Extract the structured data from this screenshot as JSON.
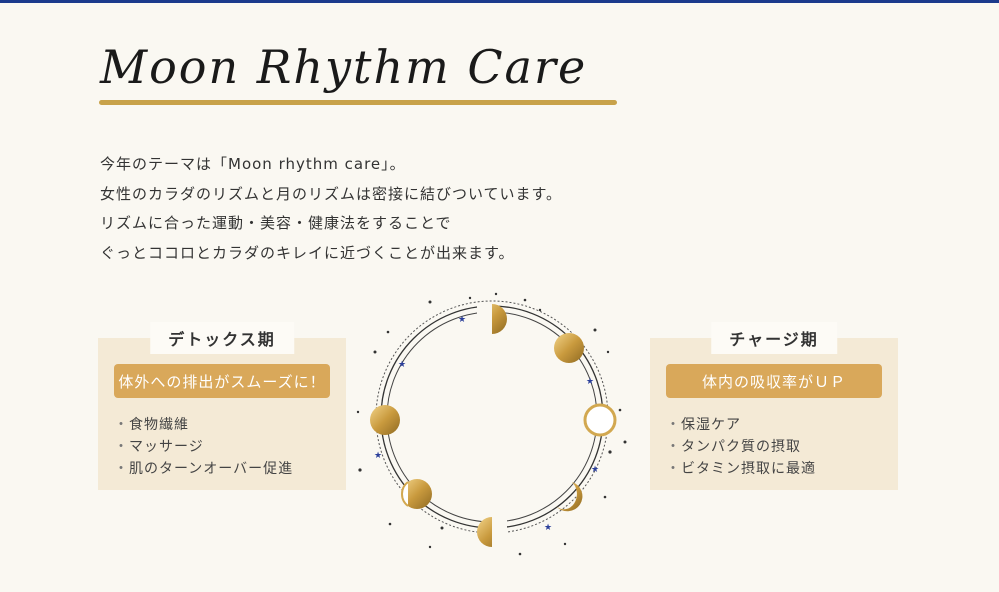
{
  "header": {
    "title": "Moon Rhythm Care"
  },
  "intro": {
    "lines": [
      "今年のテーマは「Moon rhythm care」。",
      "女性のカラダのリズムと月のリズムは密接に結びついています。",
      "リズムに合った運動・美容・健康法をすることで",
      "ぐっとココロとカラダのキレイに近づくことが出来ます。"
    ]
  },
  "detox": {
    "heading": "デトックス期",
    "pill": "体外への排出がスムーズに！",
    "items": [
      "食物繊維",
      "マッサージ",
      "肌のターンオーバー促進"
    ]
  },
  "charge": {
    "heading": "チャージ期",
    "pill": "体内の吸収率がＵＰ",
    "items": [
      "保湿ケア",
      "タンパク質の摂取",
      "ビタミン摂取に最適"
    ]
  },
  "colors": {
    "accent_gold": "#c8a24a",
    "pill_gold": "#d9a85a",
    "panel_bg": "#f4ead6",
    "top_bar": "#1b3a8c"
  },
  "icons": {
    "moon_cycle": "moon-phase-cycle-icon",
    "stars": "star-icon"
  }
}
